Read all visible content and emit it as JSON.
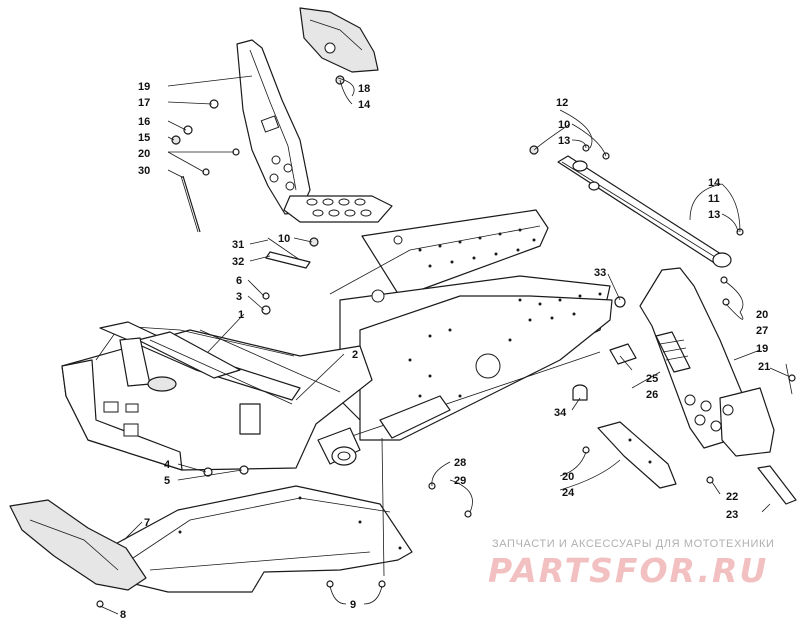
{
  "diagram": {
    "callouts": {
      "c1": "1",
      "c2": "2",
      "c3": "3",
      "c4": "4",
      "c5": "5",
      "c6": "6",
      "c7": "7",
      "c8": "8",
      "c9": "9",
      "c10a": "10",
      "c10b": "10",
      "c11": "11",
      "c12": "12",
      "c13a": "13",
      "c13b": "13",
      "c14a": "14",
      "c14b": "14",
      "c15": "15",
      "c16": "16",
      "c17": "17",
      "c18": "18",
      "c19a": "19",
      "c19b": "19",
      "c20a": "20",
      "c20b": "20",
      "c20c": "20",
      "c21": "21",
      "c22": "22",
      "c23": "23",
      "c24": "24",
      "c25": "25",
      "c26": "26",
      "c27": "27",
      "c28": "28",
      "c29": "29",
      "c30": "30",
      "c31": "31",
      "c32": "32",
      "c33": "33",
      "c34": "34"
    }
  },
  "watermark": {
    "subtitle": "ЗАПЧАСТИ И АКСЕССУАРЫ ДЛЯ МОТОТЕХНИКИ",
    "logo": "PARTSFOR.RU",
    "color": "#f2c0c0"
  }
}
